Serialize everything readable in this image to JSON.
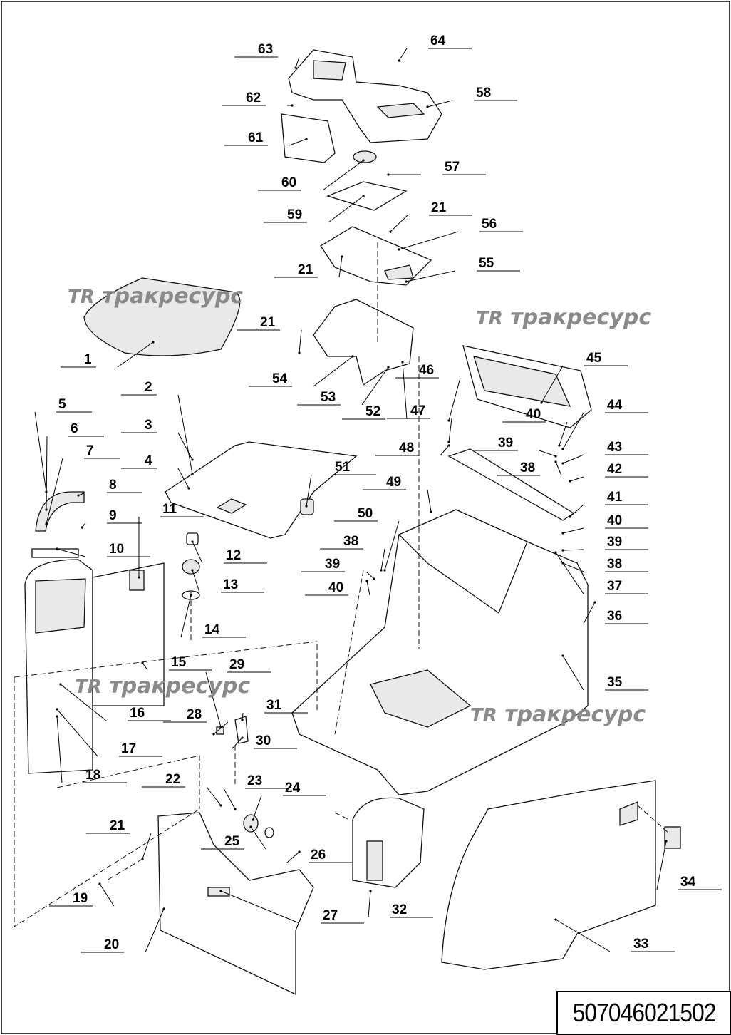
{
  "drawing": {
    "code": "507046021502",
    "watermark": "тракресурс",
    "watermark_logo": "TR",
    "callouts": [
      "63",
      "64",
      "62",
      "58",
      "61",
      "60",
      "57",
      "59",
      "21",
      "56",
      "21",
      "55",
      "1",
      "21",
      "54",
      "53",
      "52",
      "46",
      "45",
      "40",
      "44",
      "47",
      "39",
      "43",
      "48",
      "38",
      "42",
      "2",
      "3",
      "5",
      "6",
      "7",
      "8",
      "4",
      "51",
      "9",
      "41",
      "49",
      "11",
      "10",
      "50",
      "12",
      "40",
      "39",
      "38",
      "37",
      "36",
      "35",
      "38",
      "39",
      "40",
      "13",
      "14",
      "15",
      "29",
      "31",
      "28",
      "16",
      "30",
      "17",
      "18",
      "22",
      "23",
      "24",
      "21",
      "25",
      "26",
      "19",
      "32",
      "34",
      "27",
      "20",
      "33"
    ]
  }
}
